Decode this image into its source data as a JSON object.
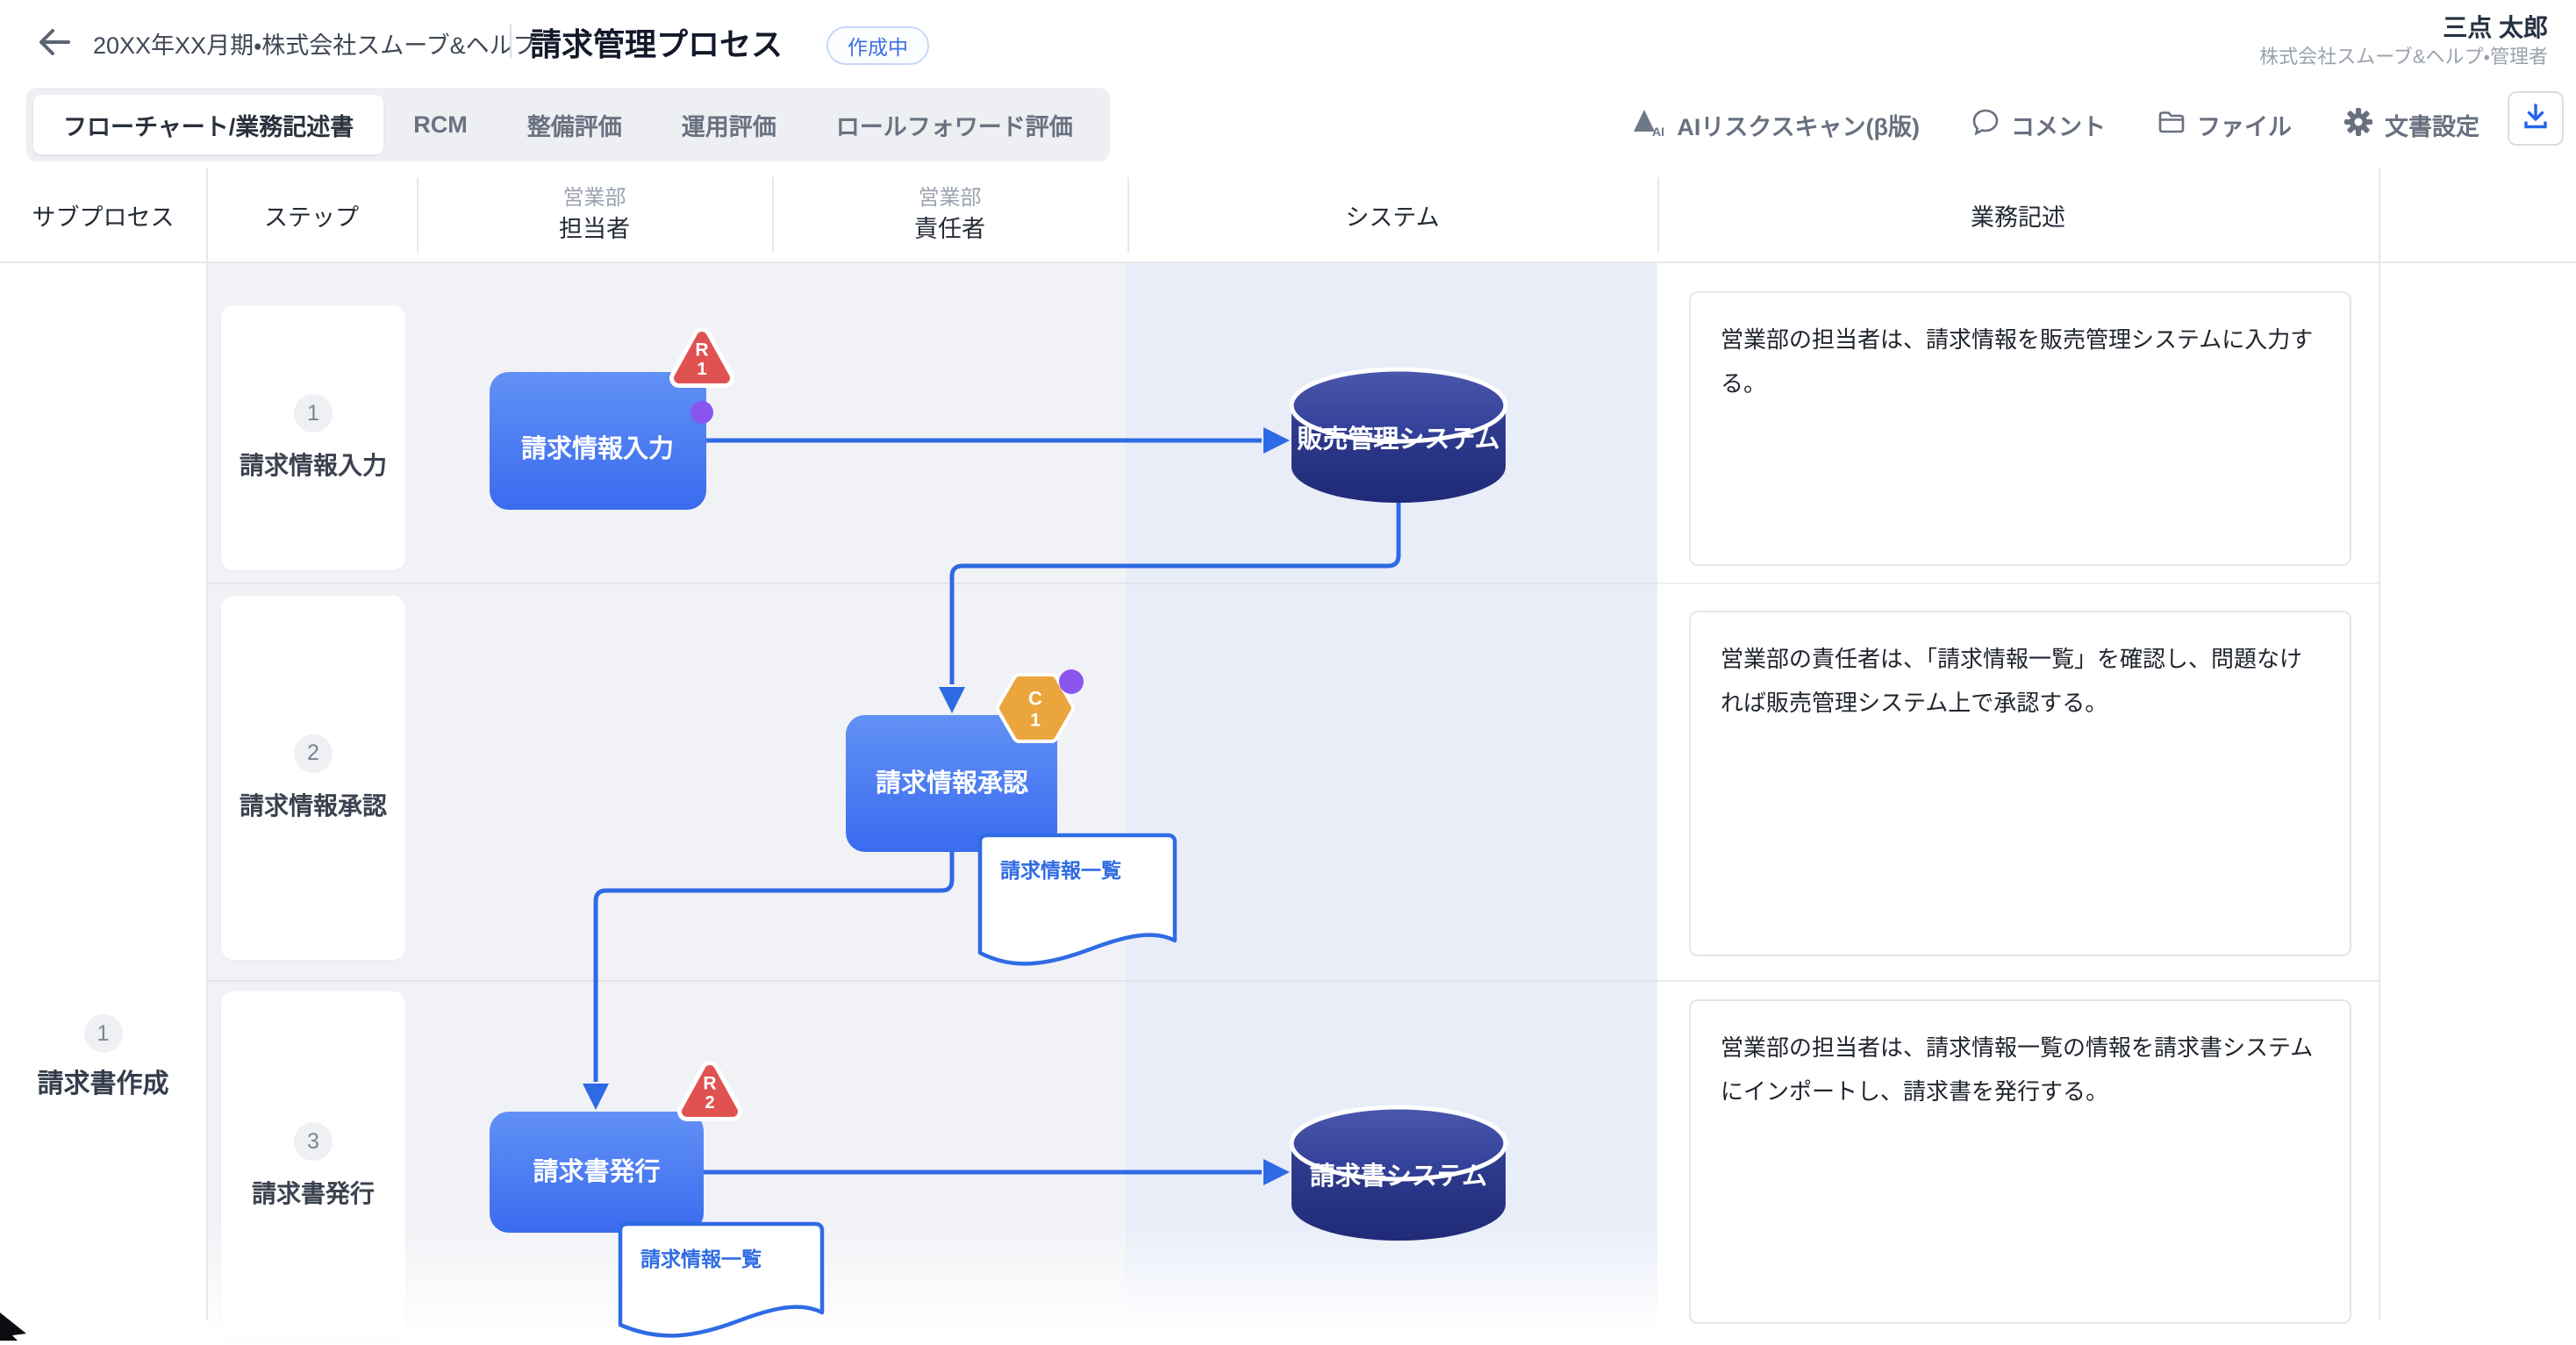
{
  "header": {
    "breadcrumb": "20XX年XX月期・株式会社スムーブ&ヘルプ",
    "title": "請求管理プロセス",
    "status": "作成中",
    "user": {
      "name": "三点 太郎",
      "org_role": "株式会社スムーブ&ヘルプ・管理者"
    }
  },
  "tabs": {
    "flowchart": "フローチャート/業務記述書",
    "rcm": "RCM",
    "design_eval": "整備評価",
    "operation_eval": "運用評価",
    "rollforward_eval": "ロールフォワード評価"
  },
  "toolbar": {
    "ai_scan": "AIリスクスキャン(β版)",
    "comment": "コメント",
    "file": "ファイル",
    "doc_settings": "文書設定"
  },
  "icons": {
    "back": "arrow-left",
    "ai_scan": "ai-triangle",
    "comment": "speech-bubble",
    "file": "folder",
    "doc_settings": "gear",
    "download": "download-arrow"
  },
  "table_header": {
    "subprocess": "サブプロセス",
    "step": "ステップ",
    "col3_dept": "営業部",
    "col3_role": "担当者",
    "col4_dept": "営業部",
    "col4_role": "責任者",
    "system": "システム",
    "description": "業務記述"
  },
  "subprocess": {
    "number": "1",
    "label": "請求書作成"
  },
  "steps": [
    {
      "number": "1",
      "label": "請求情報入力",
      "description": "営業部の担当者は、請求情報を販売管理システムに入力する。"
    },
    {
      "number": "2",
      "label": "請求情報承認",
      "description": "営業部の責任者は、「請求情報一覧」を確認し、問題なければ販売管理システム上で承認する。"
    },
    {
      "number": "3",
      "label": "請求書発行",
      "description": "営業部の担当者は、請求情報一覧の情報を請求書システムにインポートし、請求書を発行する。"
    }
  ],
  "flowchart": {
    "task1": "請求情報入力",
    "system1": "販売管理システム",
    "task2": "請求情報承認",
    "doc1": "請求情報一覧",
    "task3": "請求書発行",
    "doc2": "請求情報一覧",
    "system2": "請求書システム",
    "badges": {
      "r1": {
        "letter": "R",
        "number": "1"
      },
      "c1": {
        "letter": "C",
        "number": "1"
      },
      "r2": {
        "letter": "R",
        "number": "2"
      }
    }
  },
  "colors": {
    "accent_blue": "#2e6ae3",
    "node_top": "#6191f5",
    "node_bottom": "#3b6bef",
    "cylinder_top": "#44519f",
    "cylinder_bottom": "#1f2a78",
    "risk_red": "#e05252",
    "control_orange": "#eaa63c",
    "note_purple": "#8a55ef",
    "status_blue": "#3b6fe0"
  }
}
